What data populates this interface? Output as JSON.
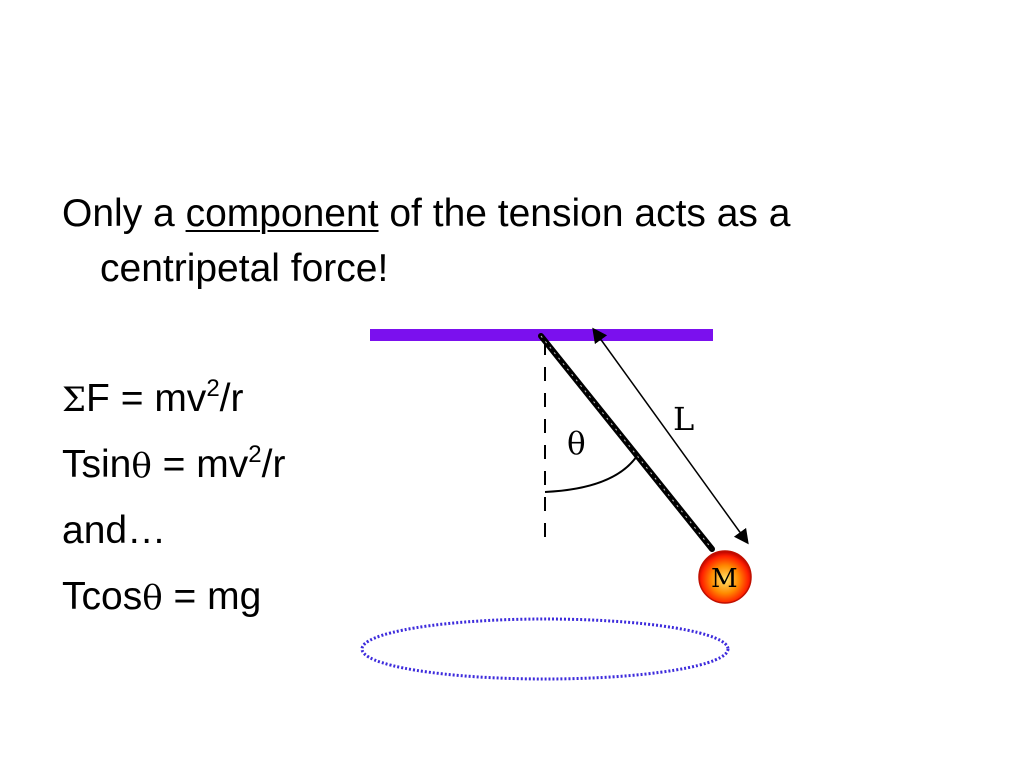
{
  "text": {
    "intro_prefix": "Only a ",
    "intro_emphasis": "component",
    "intro_suffix": " of the tension acts as a",
    "intro_line_2": "centripetal force!",
    "equation_1": {
      "sigma": "Σ",
      "before_power": "F = mv",
      "power": "2",
      "after_power": "/r"
    },
    "equation_2": {
      "prefix": "Tsin",
      "theta": "θ",
      "before_power": " = mv",
      "power": "2",
      "after_power": "/r"
    },
    "and_line": "and…",
    "equation_3": {
      "prefix": "Tcos",
      "theta": "θ",
      "suffix": " = mg"
    }
  },
  "diagram": {
    "theta_label": "θ",
    "length_label": "L",
    "mass_label": "M",
    "colors": {
      "support": "#7b10ee",
      "string": "#000000",
      "orbit": "#3d2bdc",
      "mass_outer": "#ff2000",
      "mass_inner": "#ffe36b"
    }
  }
}
